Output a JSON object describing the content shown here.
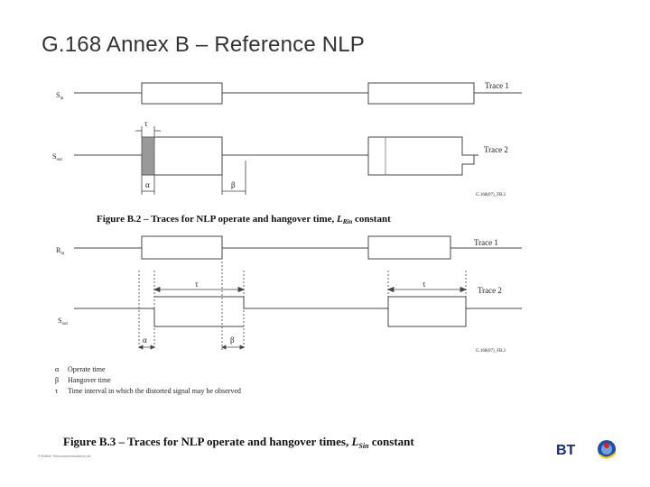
{
  "slide": {
    "title": "G.168 Annex B – Reference NLP"
  },
  "fig2": {
    "sin_label": "S",
    "sin_sub": "in",
    "sout_label": "S",
    "sout_sub": "out",
    "trace1": "Trace 1",
    "trace2": "Trace 2",
    "tau": "τ",
    "alpha": "α",
    "beta": "β",
    "ref": "G.168(07)_FB.2",
    "caption_prefix": "Figure B.2 – Traces for NLP operate and hangover time, ",
    "caption_var": "L",
    "caption_sub": "Rin",
    "caption_suffix": " constant"
  },
  "fig3": {
    "rin_label": "R",
    "rin_sub": "in",
    "sout_label": "S",
    "sout_sub": "out",
    "trace1": "Trace 1",
    "trace2": "Trace 2",
    "tau_left": "τ",
    "tau_right": "τ",
    "alpha": "α",
    "beta": "β",
    "ref": "G.168(07)_FB.3"
  },
  "legend": [
    {
      "sym": "α",
      "text": "Operate time"
    },
    {
      "sym": "β",
      "text": "Hangover time"
    },
    {
      "sym": "τ",
      "text": "Time interval in which the distorted signal may be observed"
    }
  ],
  "caption3": {
    "prefix": "Figure B.3 – Traces for NLP operate and hangover times, ",
    "var": "L",
    "sub": "Sin",
    "suffix": " constant"
  },
  "footer": {
    "text": "© British Telecommunications plc"
  },
  "logo": {
    "text": "BT"
  }
}
